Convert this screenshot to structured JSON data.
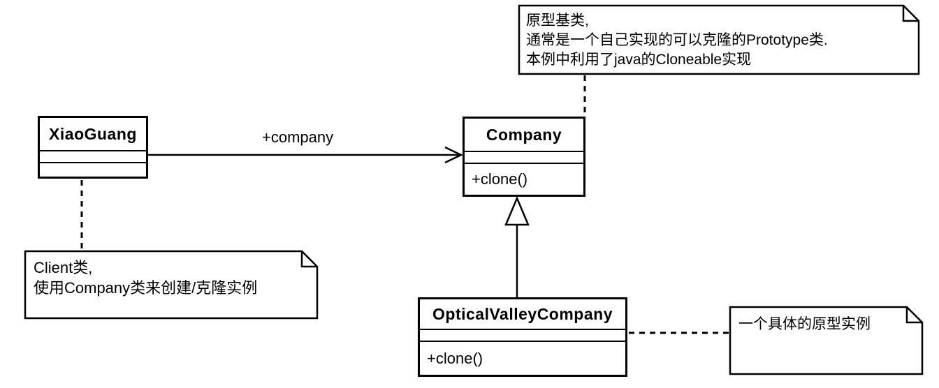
{
  "colors": {
    "stroke": "#000000",
    "shape_fill": "#ffffff",
    "background": "#ffffff"
  },
  "classes": {
    "xiaoguang": {
      "name": "XiaoGuang",
      "attributes": "",
      "operations": ""
    },
    "company": {
      "name": "Company",
      "attributes": "",
      "operations": "+clone()"
    },
    "optical_valley_company": {
      "name": "OpticalValleyCompany",
      "attributes": "",
      "operations": "+clone()"
    }
  },
  "association": {
    "label": "+company"
  },
  "notes": {
    "prototype_note": {
      "line1": "原型基类,",
      "line2": "通常是一个自己实现的可以克隆的Prototype类.",
      "line3": "本例中利用了java的Cloneable实现"
    },
    "client_note": {
      "line1": "Client类,",
      "line2": "使用Company类来创建/克隆实例"
    },
    "instance_note": {
      "line1": "一个具体的原型实例"
    }
  }
}
